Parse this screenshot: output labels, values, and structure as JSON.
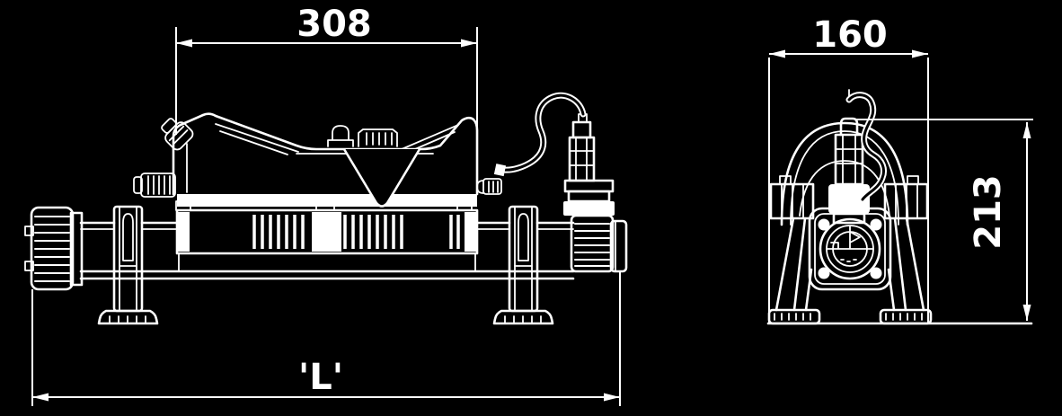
{
  "colors": {
    "background": "#000000",
    "line": "#ffffff"
  },
  "dimensions": {
    "housing_width": "308",
    "overall_length": "'L'",
    "end_width": "160",
    "end_height": "213"
  }
}
